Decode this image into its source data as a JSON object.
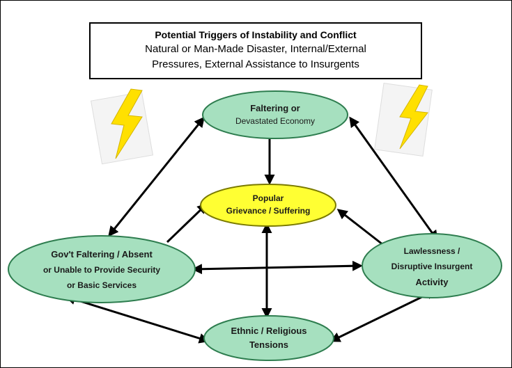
{
  "title_box": {
    "heading": "Potential Triggers of Instability and Conflict",
    "line1": "Natural or Man-Made Disaster, Internal/External",
    "line2": "Pressures, External Assistance to Insurgents"
  },
  "nodes": {
    "economy": {
      "line1": "Faltering or",
      "line2": "Devastated Economy"
    },
    "grievance": {
      "line1": "Popular",
      "line2": "Grievance / Suffering"
    },
    "government": {
      "line1": "Gov't Faltering / Absent",
      "line2": "or Unable to Provide Security",
      "line3": "or Basic Services"
    },
    "lawlessness": {
      "line1": "Lawlessness /",
      "line2": "Disruptive Insurgent",
      "line3": "Activity"
    },
    "ethnic": {
      "line1": "Ethnic / Religious",
      "line2": "Tensions"
    }
  },
  "colors": {
    "node_fill": "#a6e0bf",
    "node_stroke": "#2e7d4f",
    "center_fill": "#ffff33",
    "center_stroke": "#7a7a00",
    "lightning": "#ffe000",
    "arrow": "#000000"
  },
  "icons": [
    "lightning-bolt-icon-left",
    "lightning-bolt-icon-right"
  ]
}
